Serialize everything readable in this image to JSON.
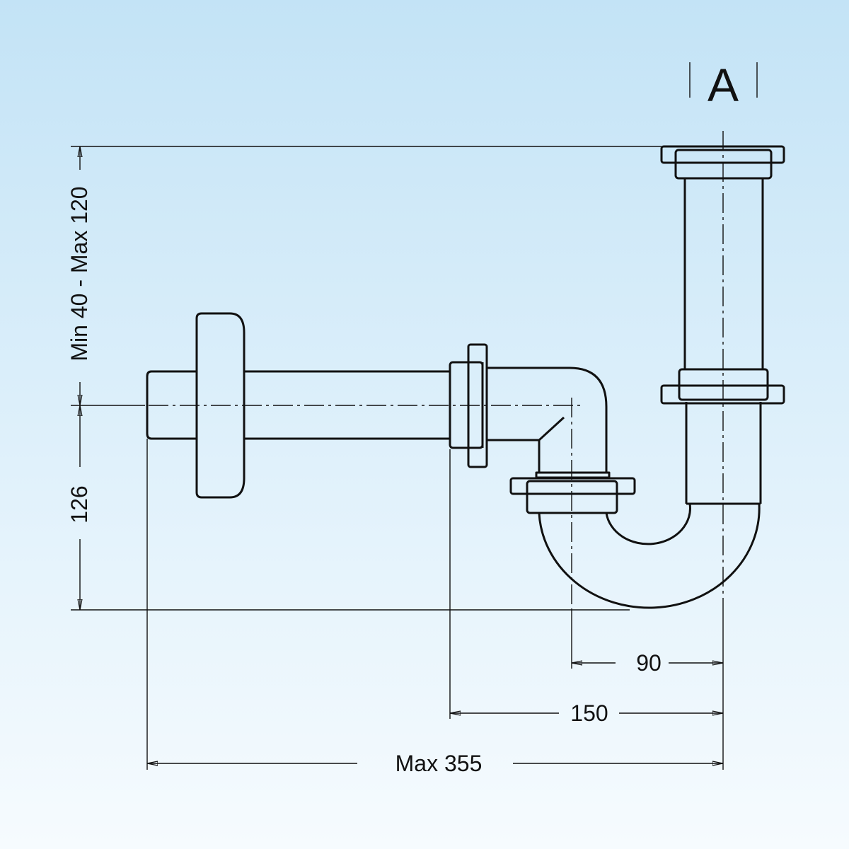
{
  "section_label": "A",
  "dimensions": {
    "height_adjust": "Min 40 - Max 120",
    "outlet_height": "126",
    "trap_offset": "90",
    "inlet_offset": "150",
    "max_length": "Max 355"
  }
}
